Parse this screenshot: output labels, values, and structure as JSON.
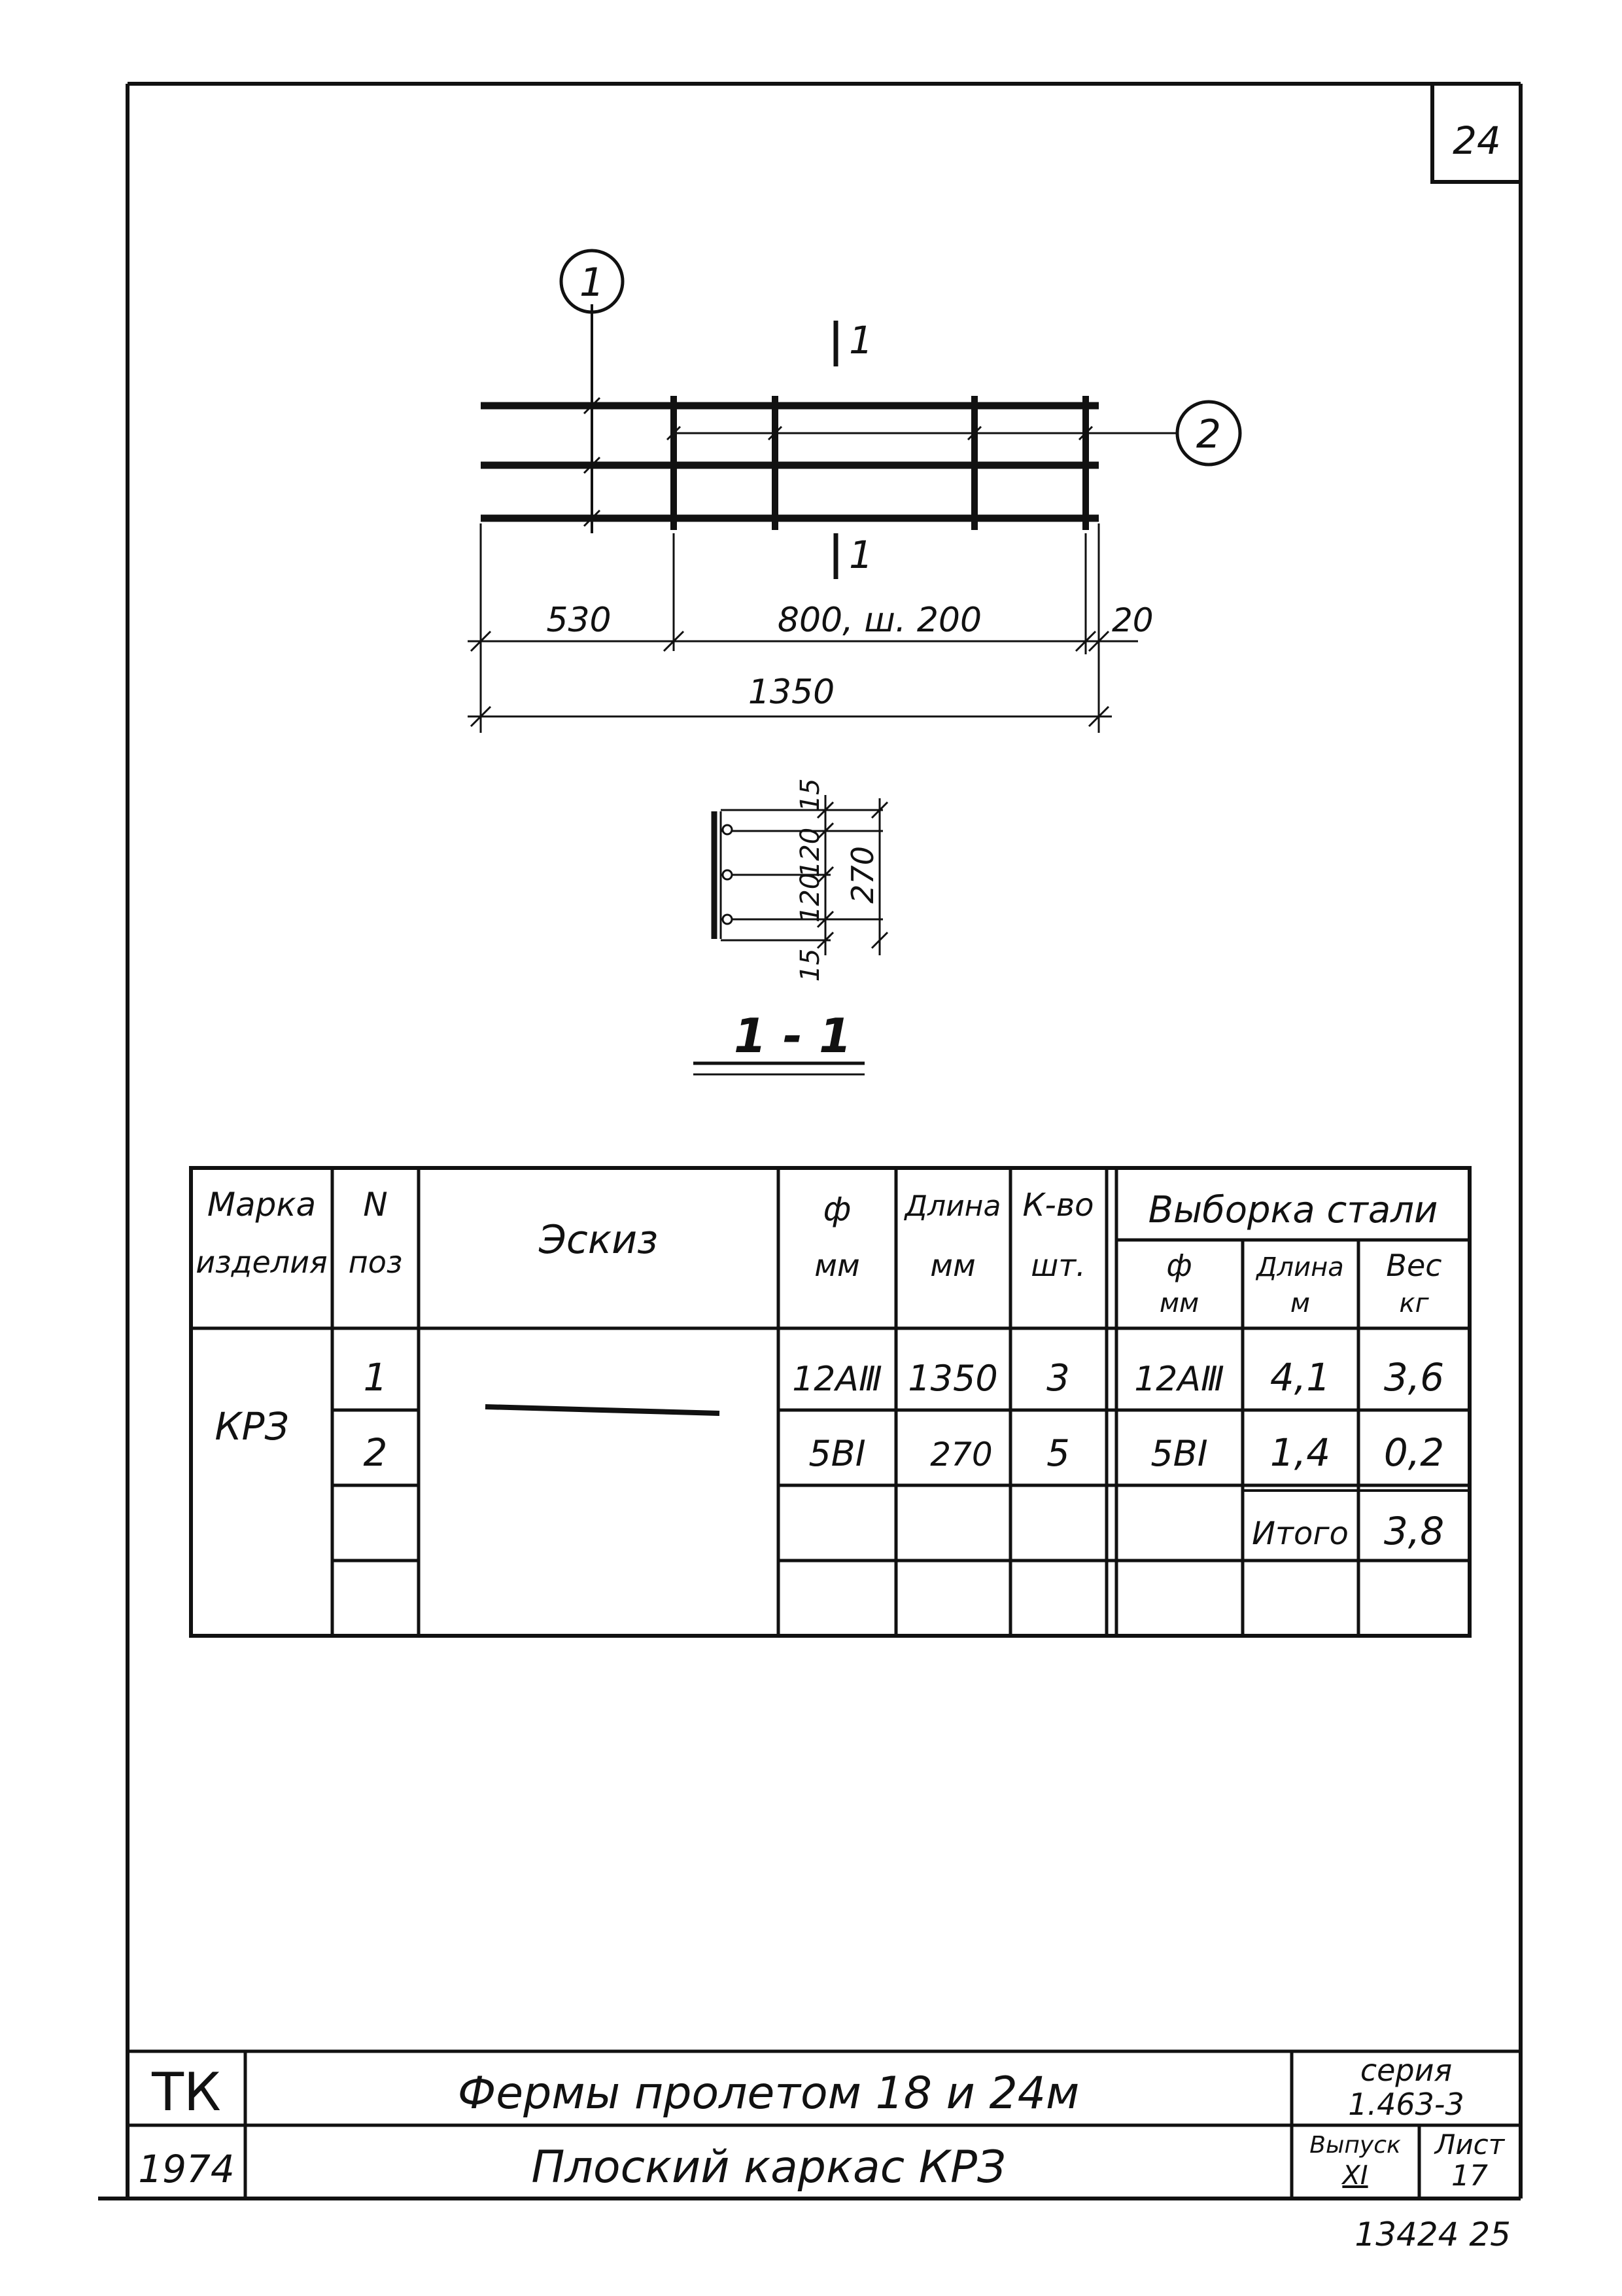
{
  "sheet_corner_number": "24",
  "drawing": {
    "callout_1": "1",
    "callout_2": "2",
    "section_mark_top": "1",
    "section_mark_bottom": "1",
    "dim_530": "530",
    "dim_800": "800, ш. 200",
    "dim_20": "20",
    "dim_1350": "1350"
  },
  "section": {
    "dim_15_top": "15",
    "dim_120_a": "120",
    "dim_120_b": "120",
    "dim_15_bottom": "15",
    "dim_270": "270",
    "title": "1 - 1"
  },
  "table": {
    "header": {
      "mark_line1": "Марка",
      "mark_line2": "изделия",
      "pos_line1": "N",
      "pos_line2": "поз",
      "sketch": "Эскиз",
      "dia_line1": "ф",
      "dia_line2": "мм",
      "len_line1": "Длина",
      "len_line2": "мм",
      "qty_line1": "К-во",
      "qty_line2": "шт.",
      "steel_group": "Выборка стали",
      "steel_dia_line1": "ф",
      "steel_dia_line2": "мм",
      "steel_len_line1": "Длина",
      "steel_len_line2": "м",
      "steel_wt_line1": "Вес",
      "steel_wt_line2": "кг"
    },
    "mark": "КРЗ",
    "rows": [
      {
        "pos": "1",
        "dia": "12АⅢ",
        "len": "1350",
        "qty": "3",
        "steel_dia": "12АⅢ",
        "steel_len": "4,1",
        "steel_wt": "3,6"
      },
      {
        "pos": "2",
        "dia": "5BI",
        "len": "270",
        "qty": "5",
        "steel_dia": "5BI",
        "steel_len": "1,4",
        "steel_wt": "0,2"
      }
    ],
    "total_label": "Итого",
    "total_value": "3,8"
  },
  "title_block": {
    "org": "ТК",
    "year": "1974",
    "title_line1": "Фермы пролетом 18 и 24м",
    "title_line2": "Плоский каркас КРЗ",
    "series_label": "серия",
    "series_value": "1.463-3",
    "issue_label": "Выпуск",
    "issue_value": "XI",
    "sheet_label": "Лист",
    "sheet_value": "17"
  },
  "archive_number": "13424 25"
}
